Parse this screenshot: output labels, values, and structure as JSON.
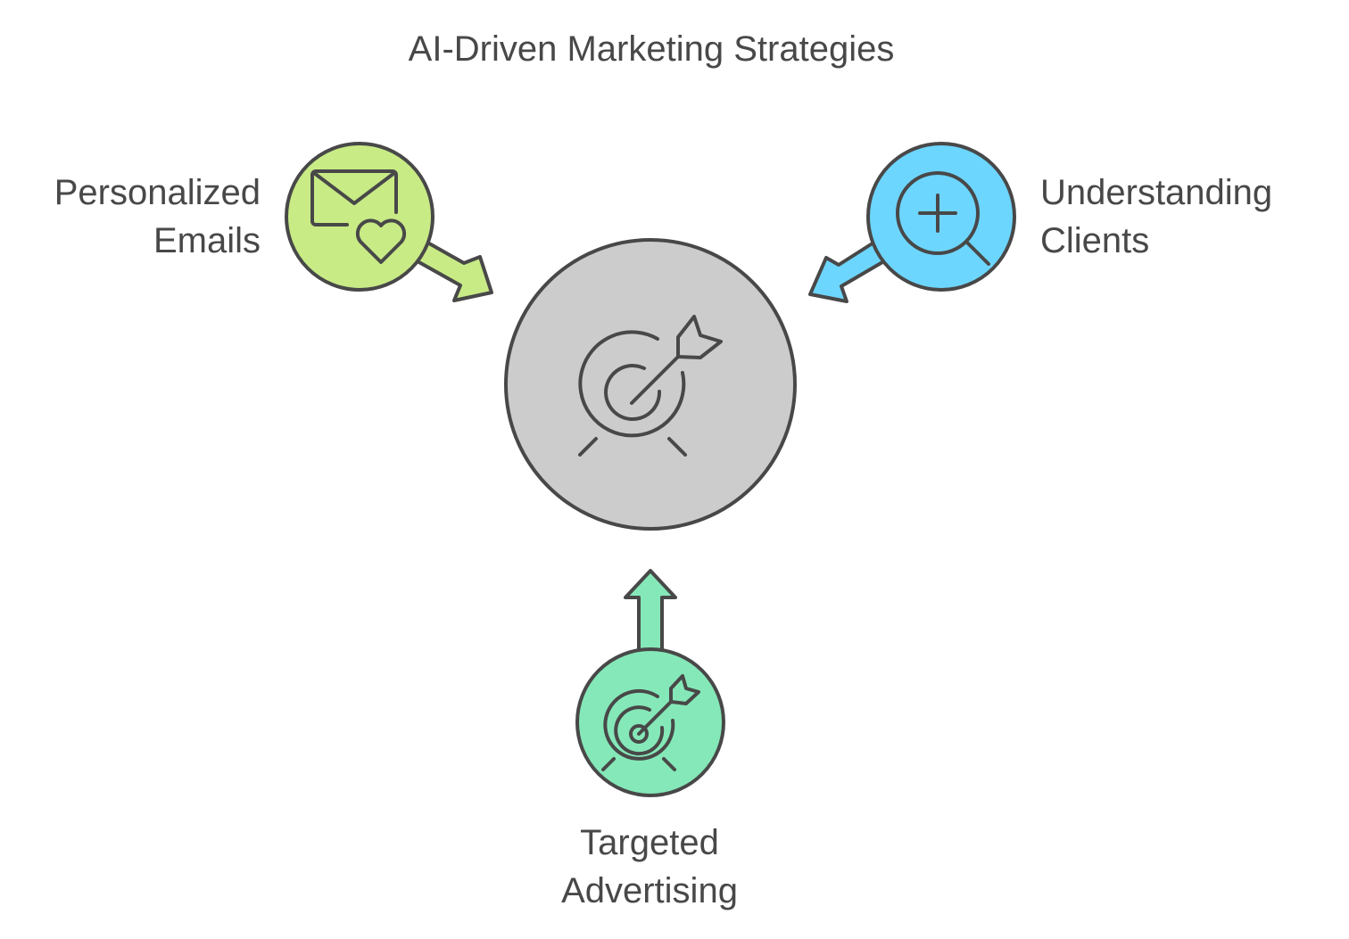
{
  "title": "AI-Driven Marketing Strategies",
  "center": {
    "icon": "target-arrow-icon",
    "color": "#cccccc"
  },
  "nodes": [
    {
      "id": "personalized-emails",
      "label_lines": [
        "Personalized",
        "Emails"
      ],
      "icon": "mail-heart-icon",
      "color": "#c8eb86"
    },
    {
      "id": "understanding-clients",
      "label_lines": [
        "Understanding",
        "Clients"
      ],
      "icon": "zoom-in-icon",
      "color": "#6dd6ff"
    },
    {
      "id": "targeted-advertising",
      "label_lines": [
        "Targeted",
        "Advertising"
      ],
      "icon": "target-arrow-icon",
      "color": "#85e8b8"
    }
  ],
  "stroke_color": "#484848"
}
